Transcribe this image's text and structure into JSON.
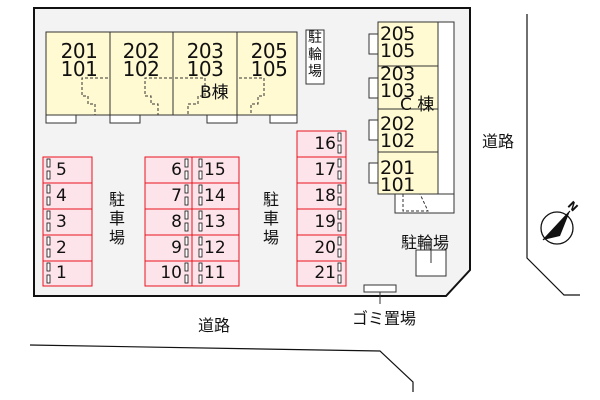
{
  "map": {
    "colors": {
      "lot_fill": "#f3f3f3",
      "building_fill": "#fffad2",
      "parking_fill": "#fde3ea",
      "parking_stroke": "#e8131f",
      "line": "#111111"
    },
    "building_b": {
      "label": "B棟",
      "units": [
        {
          "upper": "201",
          "lower": "101"
        },
        {
          "upper": "202",
          "lower": "102"
        },
        {
          "upper": "203",
          "lower": "103"
        },
        {
          "upper": "205",
          "lower": "105"
        }
      ]
    },
    "building_c": {
      "label": "C 棟",
      "units": [
        {
          "upper": "205",
          "lower": "105"
        },
        {
          "upper": "203",
          "lower": "103"
        },
        {
          "upper": "202",
          "lower": "102"
        },
        {
          "upper": "201",
          "lower": "101"
        }
      ]
    },
    "bike_parking_top": {
      "label": "駐輪場"
    },
    "bike_parking_right": {
      "label": "駐輪場"
    },
    "garbage": {
      "label": "ゴミ置場"
    },
    "parking_labels": {
      "left": "駐車場",
      "right": "駐車場"
    },
    "parking": {
      "col1": [
        "5",
        "4",
        "3",
        "2",
        "1"
      ],
      "col2_left": [
        "6",
        "7",
        "8",
        "9",
        "10"
      ],
      "col2_right": [
        "15",
        "14",
        "13",
        "12",
        "11"
      ],
      "col3": [
        "16",
        "17",
        "18",
        "19",
        "20",
        "21"
      ]
    },
    "roads": {
      "east": "道路",
      "south": "道路"
    },
    "compass": {
      "label": "N"
    }
  }
}
